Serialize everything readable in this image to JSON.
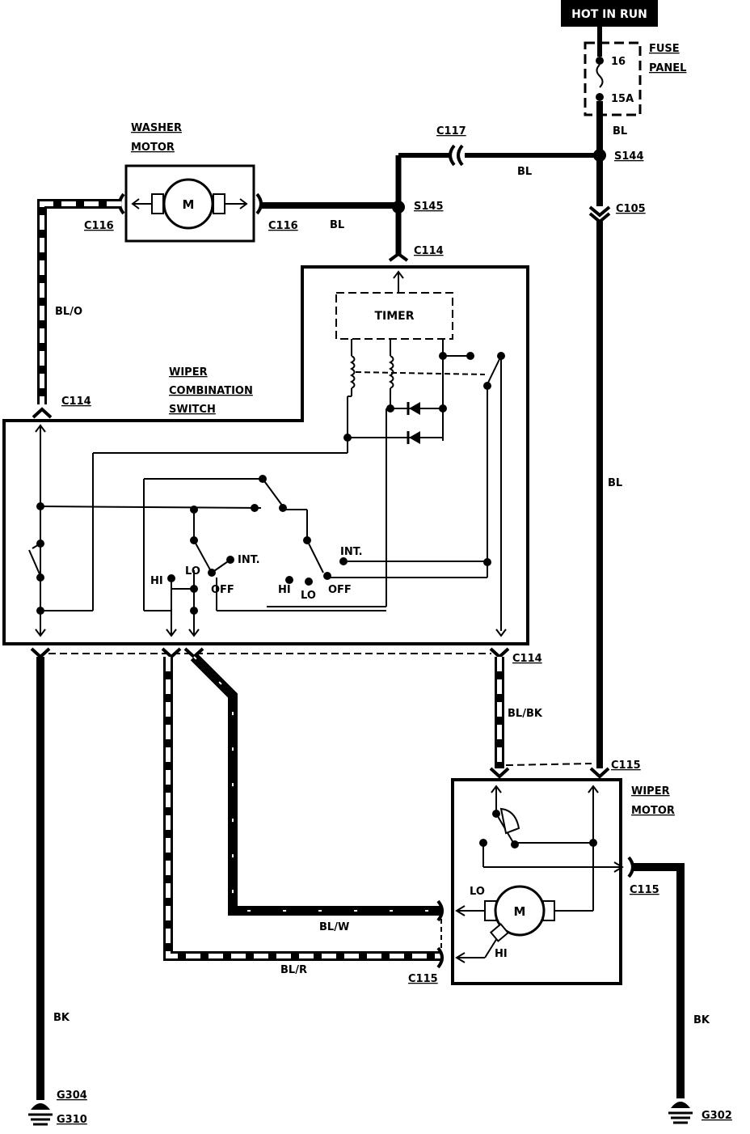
{
  "supply": {
    "hot_label": "HOT IN RUN"
  },
  "fuse": {
    "title_line1": "FUSE",
    "title_line2": "PANEL",
    "number": "16",
    "rating": "15A"
  },
  "connectors": {
    "c117": "C117",
    "s144": "S144",
    "s145": "S145",
    "c105": "C105",
    "c116_left": "C116",
    "c116_right": "C116",
    "c114_top": "C114",
    "c114_left": "C114",
    "c114_right": "C114",
    "c115_top": "C115",
    "c115_right": "C115",
    "c115_bottom": "C115"
  },
  "wires": {
    "bl_fuse": "BL",
    "bl_c117": "BL",
    "bl_washer": "BL",
    "bl_vertical": "BL",
    "bl_o": "BL/O",
    "bl_bk": "BL/BK",
    "bl_w": "BL/W",
    "bl_r": "BL/R",
    "bk_left": "BK",
    "bk_right": "BK"
  },
  "components": {
    "washer_motor_line1": "WASHER",
    "washer_motor_line2": "MOTOR",
    "washer_m": "M",
    "timer": "TIMER",
    "switch_line1": "WIPER",
    "switch_line2": "COMBINATION",
    "switch_line3": "SWITCH",
    "wiper_motor_line1": "WIPER",
    "wiper_motor_line2": "MOTOR",
    "wiper_m": "M"
  },
  "switch_positions": {
    "hi_left": "HI",
    "lo_left": "LO",
    "int_left": "INT.",
    "off_left": "OFF",
    "hi_right": "HI",
    "lo_right": "LO",
    "int_right": "INT.",
    "off_right": "OFF"
  },
  "motor_terminals": {
    "lo": "LO",
    "hi": "HI"
  },
  "grounds": {
    "g304": "G304",
    "g310": "G310",
    "g302": "G302"
  }
}
